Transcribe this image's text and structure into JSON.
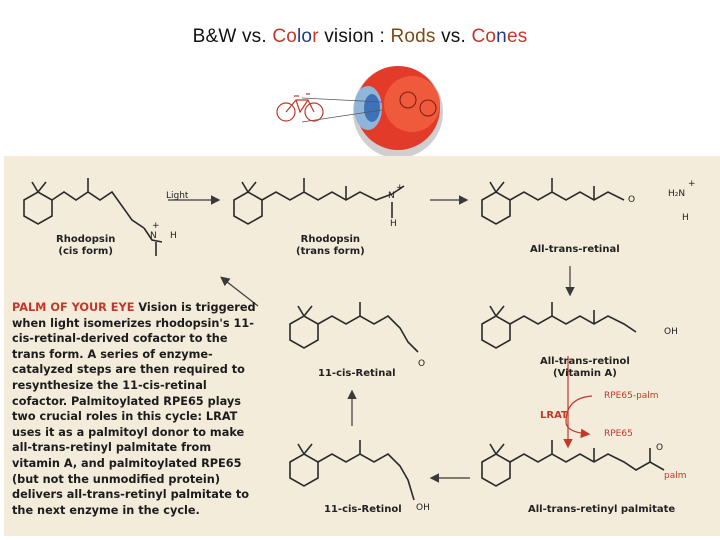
{
  "title": {
    "p1": "B&W vs. ",
    "p2": "Co",
    "p3": "lo",
    "p4": "r",
    "p5": " vision : ",
    "p6": "Rods",
    "p7": " vs. ",
    "p8": "Co",
    "p9": "n",
    "p10": "es"
  },
  "colors": {
    "panel_bg": "#f3ecdb",
    "red": "#c0392b",
    "blue": "#1f3a8a",
    "arrow": "#3a3a3a"
  },
  "chemistry": {
    "light_label": "Light",
    "rhodopsin_cis": [
      "Rhodopsin",
      "(cis form)"
    ],
    "rhodopsin_trans": [
      "Rhodopsin",
      "(trans form)"
    ],
    "all_trans_retinal": "All-trans-retinal",
    "eleven_cis_retinal": "11-cis-Retinal",
    "all_trans_retinol": [
      "All-trans-retinol",
      "(Vitamin A)"
    ],
    "lrat": "LRAT",
    "rpe65_palm": "RPE65-palm",
    "rpe65": "RPE65",
    "eleven_cis_retinol": "11-cis-Retinol",
    "all_trans_palmitate": "All-trans-retinyl palmitate",
    "atoms": {
      "o": "O",
      "oh": "OH",
      "n": "N",
      "h": "H",
      "h2n": "H₂N",
      "palm": "palm",
      "plus": "+"
    }
  },
  "caption": {
    "heading": "PALM OF YOUR EYE",
    "body": " Vision is triggered when light isomerizes rhodopsin's 11-cis-retinal-derived cofactor to the trans form. A series of enzyme-catalyzed steps are then required to resynthesize the 11-cis-retinal cofactor. Palmitoylated RPE65 plays two crucial roles in this cycle: LRAT uses it as a palmitoyl donor to make all-trans-retinyl palmitate from vitamin A, and palmitoylated RPE65 (but not the unmodified protein) delivers all-trans-retinyl palmitate to the next enzyme in the cycle."
  }
}
